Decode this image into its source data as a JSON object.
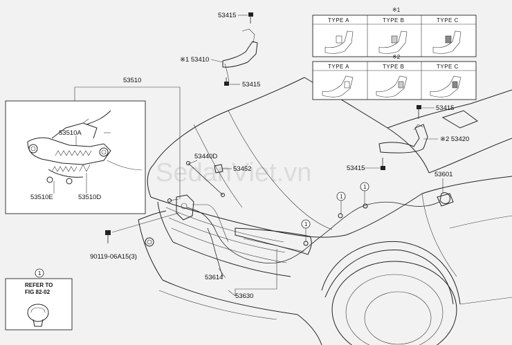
{
  "watermark": "SedanViet.vn",
  "labels": {
    "p53415_top": "53415",
    "p53410": "※1 53410",
    "p53415_mid": "53415",
    "p53510": "53510",
    "p53510A": "53510A",
    "p53510E": "53510E",
    "p53510D": "53510D",
    "p53440D": "53440D",
    "p53452": "53452",
    "p53415_right1": "53415",
    "p53420": "※2 53420",
    "p53415_right2": "53415",
    "p53601": "53601",
    "p90119": "90119-06A15(3)",
    "p53614": "53614",
    "p53630": "53630"
  },
  "table1": {
    "mark": "※1",
    "headers": [
      "TYPE A",
      "TYPE B",
      "TYPE C"
    ]
  },
  "table2": {
    "mark": "※2",
    "headers": [
      "TYPE A",
      "TYPE B",
      "TYPE C"
    ]
  },
  "refer_box": {
    "marker": "1",
    "line1": "REFER TO",
    "line2": "FIG 82-02"
  },
  "callout_marker": "1"
}
